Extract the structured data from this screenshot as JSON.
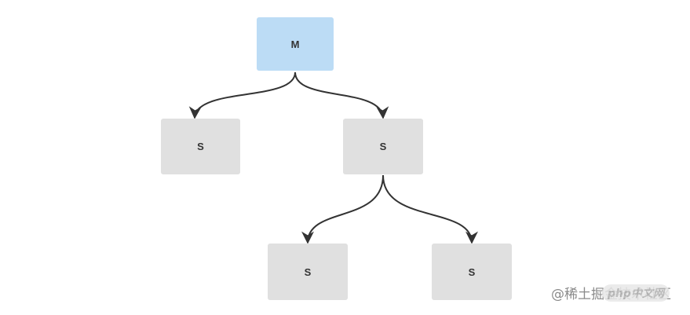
{
  "diagram": {
    "nodes": [
      {
        "id": "n-root",
        "label": "M",
        "role": "master"
      },
      {
        "id": "n-l1",
        "label": "S",
        "role": "slave"
      },
      {
        "id": "n-r1",
        "label": "S",
        "role": "slave"
      },
      {
        "id": "n-l2",
        "label": "S",
        "role": "slave"
      },
      {
        "id": "n-r2",
        "label": "S",
        "role": "slave"
      }
    ],
    "edges": [
      {
        "from": "n-root",
        "to": "n-l1"
      },
      {
        "from": "n-root",
        "to": "n-r1"
      },
      {
        "from": "n-r1",
        "to": "n-l2"
      },
      {
        "from": "n-r1",
        "to": "n-r2"
      }
    ],
    "colors": {
      "master": "#bcdcf5",
      "slave": "#e0e0e0",
      "edge": "#333333"
    }
  },
  "watermark": {
    "text": "@稀土掘金技术社区",
    "logo": "php中文网"
  }
}
